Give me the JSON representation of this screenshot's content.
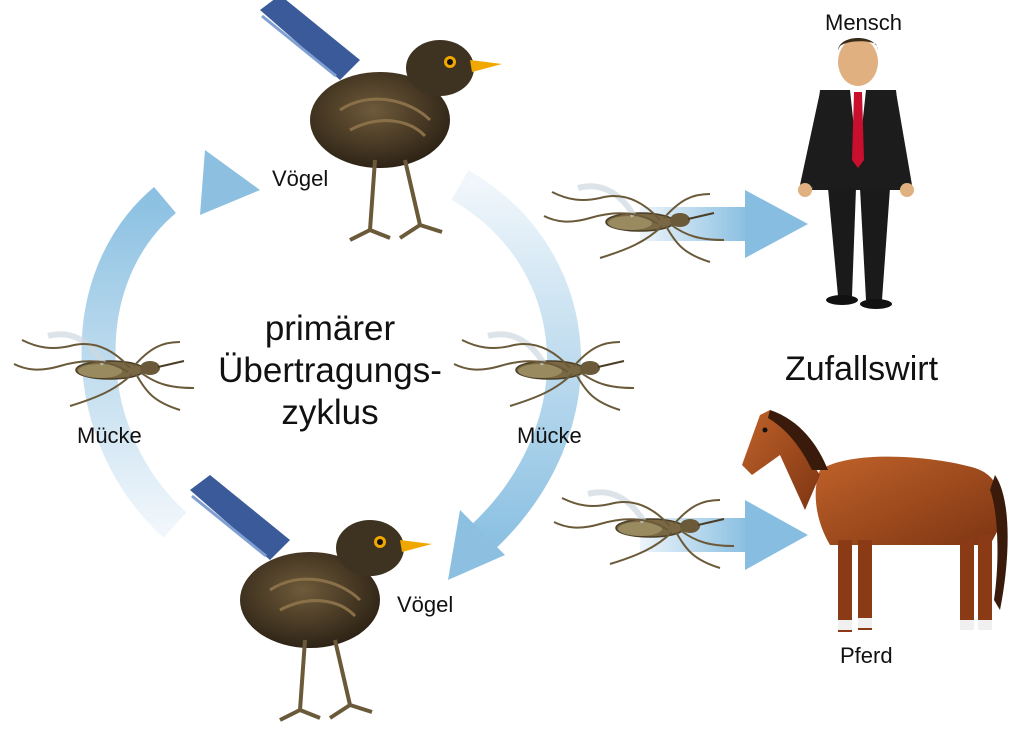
{
  "labels": {
    "cycle_line1": "primärer",
    "cycle_line2": "Übertragungs-",
    "cycle_line3": "zyklus",
    "voegel_top": "Vögel",
    "voegel_bottom": "Vögel",
    "muecke_left": "Mücke",
    "muecke_right": "Mücke",
    "mensch": "Mensch",
    "zufallswirt": "Zufallswirt",
    "pferd": "Pferd"
  },
  "colors": {
    "arrow_light": "#e3eef7",
    "arrow_dark": "#8dc0e0",
    "bird_body": "#4a3a24",
    "bird_beak": "#f0a800",
    "bird_tail": "#3a5a9a",
    "horse": "#a24a1c",
    "suit": "#1c1c1c",
    "tie": "#c8102e",
    "mosquito": "#6b5a3a"
  },
  "icons": [
    "bird-icon",
    "mosquito-icon",
    "person-icon",
    "horse-icon",
    "arrow-icon"
  ]
}
